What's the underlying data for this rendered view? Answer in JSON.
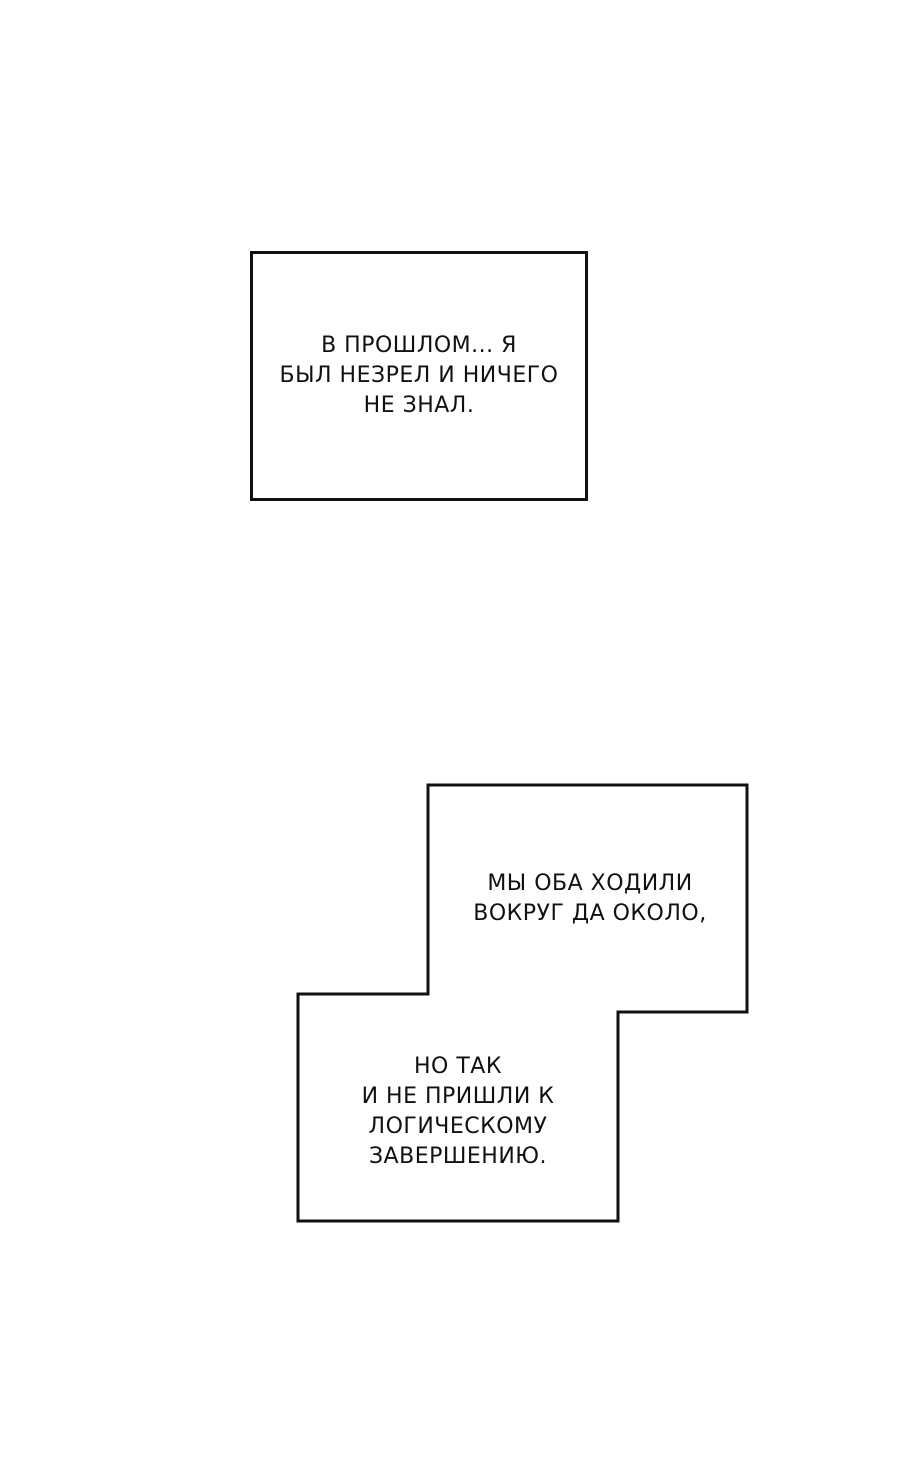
{
  "colors": {
    "background": "#ffffff",
    "line": "#111111",
    "text": "#111111"
  },
  "caption1": {
    "lines": [
      "В ПРОШЛОМ... Я",
      "БЫЛ НЕЗРЕЛ И НИЧЕГО",
      "НЕ ЗНАЛ."
    ]
  },
  "caption2": {
    "top_lines": [
      "МЫ ОБА ХОДИЛИ",
      "ВОКРУГ ДА ОКОЛО,"
    ],
    "bottom_lines": [
      "НО ТАК",
      "И НЕ ПРИШЛИ К",
      "ЛОГИЧЕСКОМУ",
      "ЗАВЕРШЕНИЮ."
    ]
  }
}
